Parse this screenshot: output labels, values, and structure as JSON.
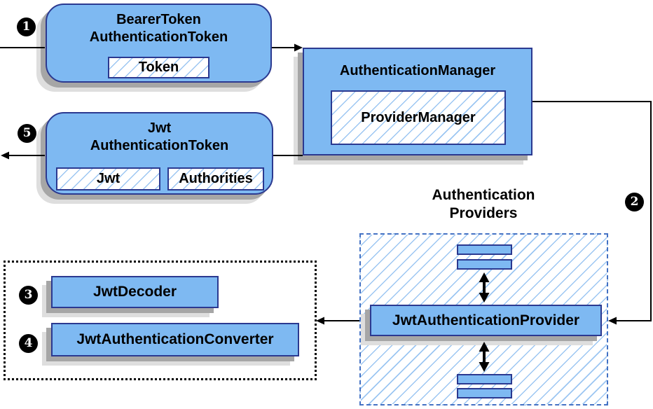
{
  "colors": {
    "box_fill": "#7EB9F2",
    "box_border": "#2B3990",
    "hatch_line": "#9CC6F2",
    "dashed_border": "#4472C4",
    "dotted_border": "#000000",
    "connector": "#000000",
    "shadow_dark": "#A6A6A6",
    "shadow_light": "#DEDEDE",
    "badge_bg": "#000000",
    "badge_fg": "#FFFFFF"
  },
  "badges": {
    "one": "1",
    "two": "2",
    "three": "3",
    "four": "4",
    "five": "5"
  },
  "bearer_token_box": {
    "title_line1": "BearerToken",
    "title_line2": "AuthenticationToken",
    "token_label": "Token"
  },
  "authentication_manager_box": {
    "title": "AuthenticationManager",
    "provider_manager_label": "ProviderManager"
  },
  "jwt_token_box": {
    "title_line1": "Jwt",
    "title_line2": "AuthenticationToken",
    "jwt_label": "Jwt",
    "authorities_label": "Authorities"
  },
  "providers_group": {
    "label_line1": "Authentication",
    "label_line2": "Providers",
    "provider_label": "JwtAuthenticationProvider"
  },
  "decoder_group": {
    "decoder_label": "JwtDecoder",
    "converter_label": "JwtAuthenticationConverter"
  }
}
